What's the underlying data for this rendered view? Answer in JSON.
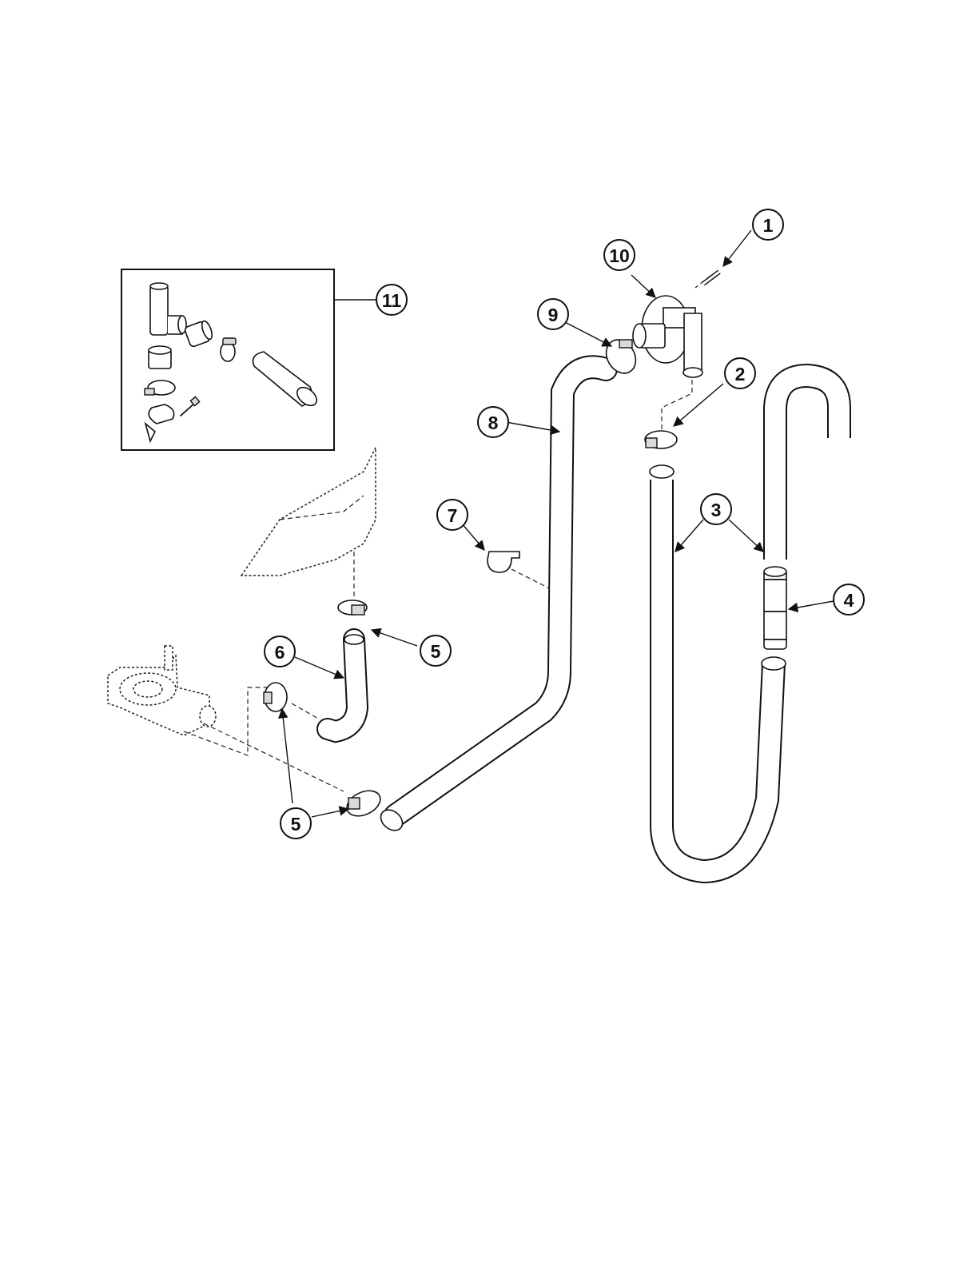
{
  "callouts": [
    {
      "id": "1",
      "label": "1"
    },
    {
      "id": "10",
      "label": "10"
    },
    {
      "id": "11",
      "label": "11"
    },
    {
      "id": "9",
      "label": "9"
    },
    {
      "id": "2",
      "label": "2"
    },
    {
      "id": "8",
      "label": "8"
    },
    {
      "id": "7",
      "label": "7"
    },
    {
      "id": "3",
      "label": "3"
    },
    {
      "id": "4",
      "label": "4"
    },
    {
      "id": "6",
      "label": "6"
    },
    {
      "id": "5a",
      "label": "5"
    },
    {
      "id": "5b",
      "label": "5"
    }
  ],
  "colors": {
    "line": "#111111",
    "background": "#ffffff",
    "shade": "#d9d9d9"
  }
}
